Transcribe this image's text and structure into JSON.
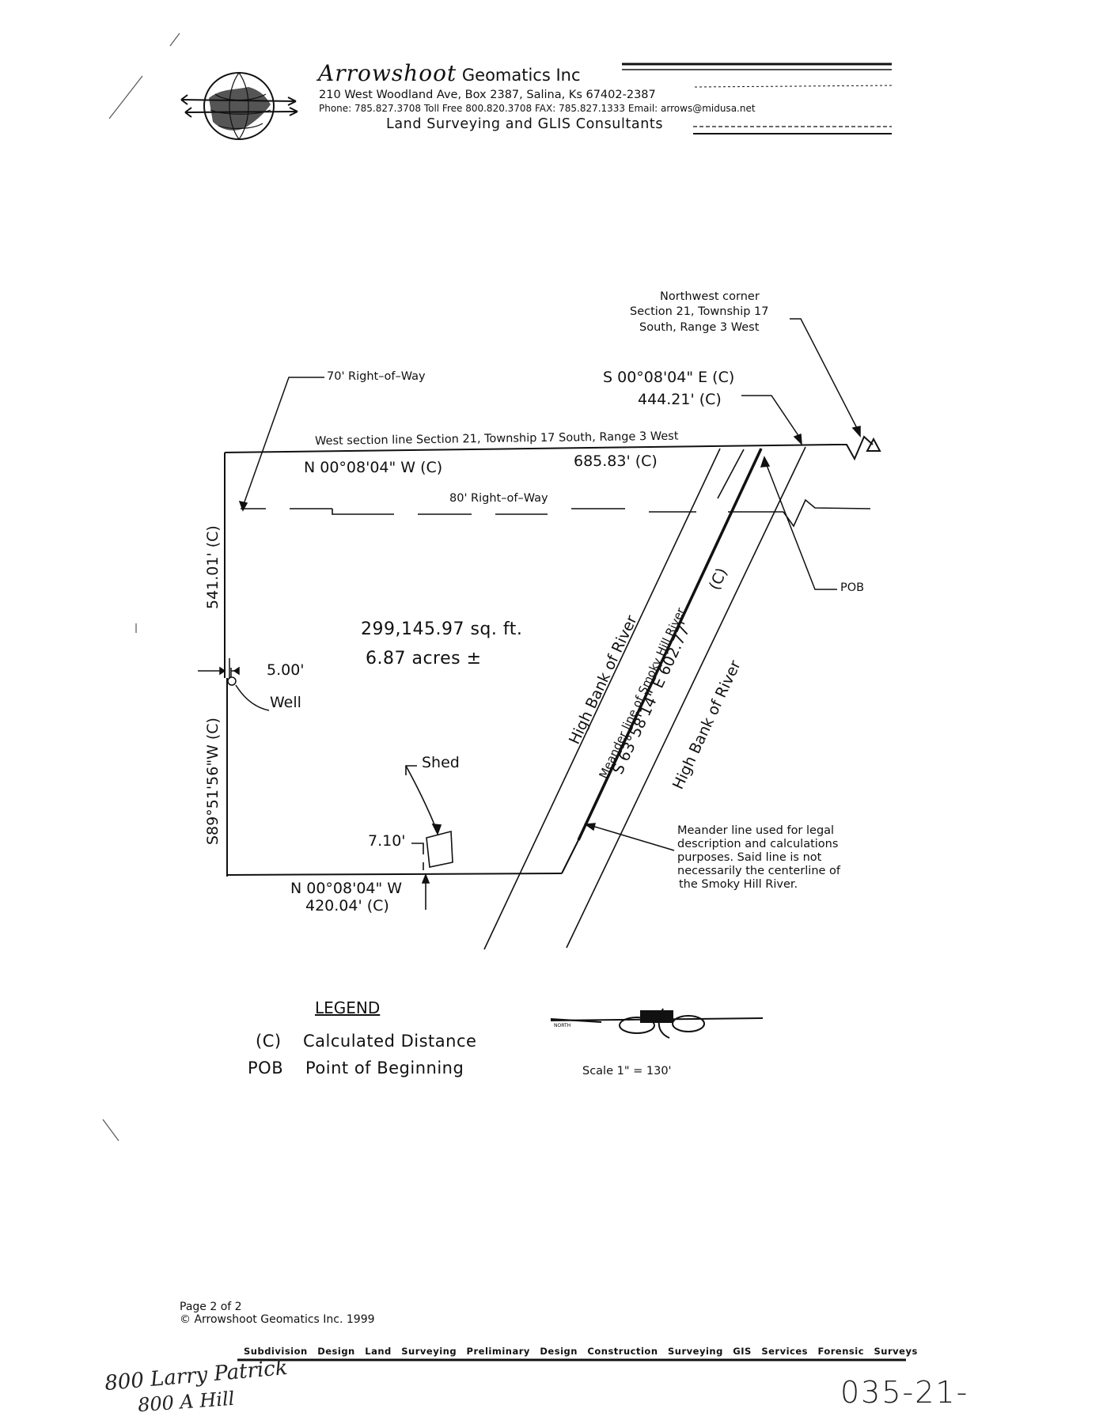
{
  "letterhead": {
    "company_script": "Arrowshoot",
    "company_rest": "Geomatics Inc",
    "address": "210 West Woodland Ave, Box 2387, Salina, Ks 67402-2387",
    "contact": "Phone: 785.827.3708 Toll Free 800.820.3708 FAX: 785.827.1333 Email: arrows@midusa.net",
    "tagline": "Land Surveying and GLIS Consultants"
  },
  "plat": {
    "nw_corner": [
      "Northwest corner",
      "Section 21, Township 17",
      "South, Range 3 West"
    ],
    "row70": "70' Right–of–Way",
    "row80": "80' Right–of–Way",
    "south_bearing": "S 00°08'04\" E (C)",
    "south_distance": "444.21' (C)",
    "west_section_line": "West section line Section 21, Township 17 South, Range 3 West",
    "north_bearing": "N 00°08'04\" W (C)",
    "north_distance": "685.83' (C)",
    "left_distance": "541.01' (C)",
    "left_bearing": "S89°51'56\"W (C)",
    "area_sqft": "299,145.97 sq. ft.",
    "area_acres": "6.87 acres ±",
    "offset": "5.00'",
    "well": "Well",
    "shed": "Shed",
    "shed_offset": "7.10'",
    "bottom_bearing": "N 00°08'04\" W",
    "bottom_distance": "420.04' (C)",
    "high_bank_left": "High Bank of River",
    "high_bank_right": "High Bank of River",
    "meander_label": "Meander line of Smoky Hill River",
    "meander_calc": "(C)",
    "meander_bearing": "S 63°58'14\" E 602.77'",
    "pob": "POB",
    "meander_note": [
      "Meander line used for legal",
      "description and calculations",
      "purposes. Said line is not",
      "necessarily the centerline of",
      "the Smoky Hill River."
    ]
  },
  "legend": {
    "title": "LEGEND",
    "c_symbol": "(C)",
    "c_meaning": "Calculated Distance",
    "pob_symbol": "POB",
    "pob_meaning": "Point of Beginning"
  },
  "scale": {
    "north_tag": "NORTH",
    "label": "Scale 1\" = 130'"
  },
  "footer": {
    "page": "Page 2 of 2",
    "copyright": "© Arrowshoot Geomatics Inc. 1999",
    "services": "Subdivision Design   Land Surveying   Preliminary Design   Construction Surveying   GIS Services   Forensic Surveys"
  },
  "handwriting": {
    "left_line1": "800 Larry Patrick",
    "left_line2": "800 A Hill",
    "number": "035-21-"
  }
}
